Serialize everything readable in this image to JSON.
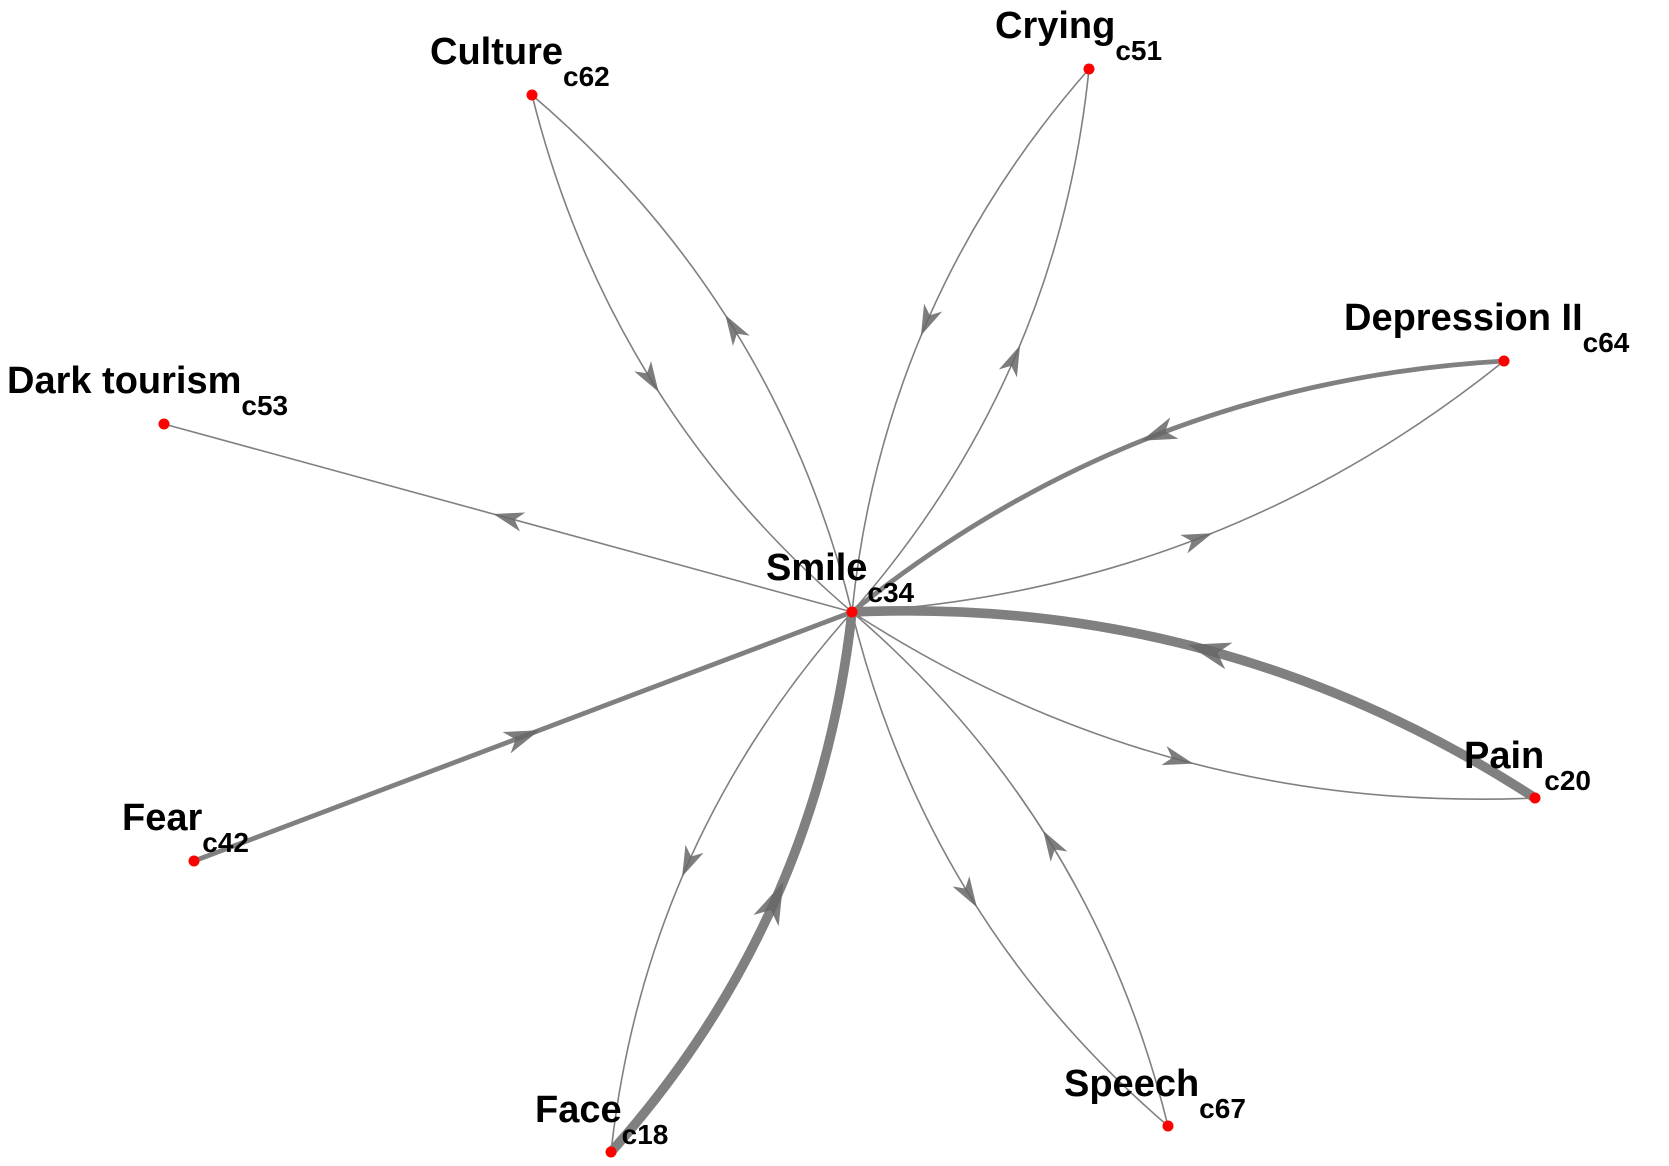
{
  "colors": {
    "node": "#ff0000",
    "edge": "#808080",
    "arrow": "#666666"
  },
  "nodes": [
    {
      "id": "smile",
      "label": "Smile",
      "code": "c34"
    },
    {
      "id": "culture",
      "label": "Culture",
      "code": "c62"
    },
    {
      "id": "crying",
      "label": "Crying",
      "code": "c51"
    },
    {
      "id": "depression",
      "label": "Depression II",
      "code": "c64"
    },
    {
      "id": "dark-tourism",
      "label": "Dark tourism",
      "code": "c53"
    },
    {
      "id": "pain",
      "label": "Pain",
      "code": "c20"
    },
    {
      "id": "fear",
      "label": "Fear",
      "code": "c42"
    },
    {
      "id": "speech",
      "label": "Speech",
      "code": "c67"
    },
    {
      "id": "face",
      "label": "Face",
      "code": "c18"
    }
  ],
  "edges": [
    {
      "source": "culture",
      "target": "smile",
      "weight": 1
    },
    {
      "source": "smile",
      "target": "culture",
      "weight": 1
    },
    {
      "source": "crying",
      "target": "smile",
      "weight": 1
    },
    {
      "source": "smile",
      "target": "crying",
      "weight": 1
    },
    {
      "source": "depression",
      "target": "smile",
      "weight": 3
    },
    {
      "source": "smile",
      "target": "depression",
      "weight": 1
    },
    {
      "source": "smile",
      "target": "dark-tourism",
      "weight": 1
    },
    {
      "source": "pain",
      "target": "smile",
      "weight": 6
    },
    {
      "source": "smile",
      "target": "pain",
      "weight": 1
    },
    {
      "source": "fear",
      "target": "smile",
      "weight": 3
    },
    {
      "source": "smile",
      "target": "speech",
      "weight": 1
    },
    {
      "source": "speech",
      "target": "smile",
      "weight": 1
    },
    {
      "source": "face",
      "target": "smile",
      "weight": 6
    },
    {
      "source": "smile",
      "target": "face",
      "weight": 1
    }
  ]
}
